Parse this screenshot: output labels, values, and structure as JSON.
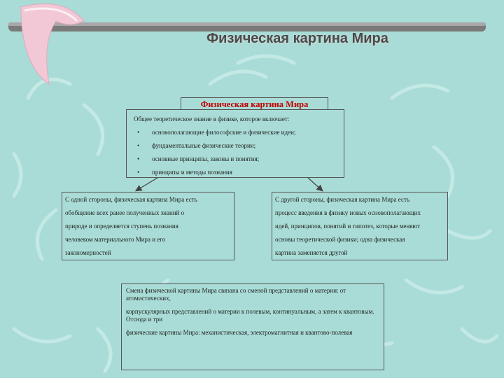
{
  "slide": {
    "title": "Физическая картина Мира"
  },
  "diagram": {
    "title_box": "Физическая картина Мира",
    "top_box": {
      "intro": "Общее теоретическое знание в физике, которое включает:",
      "bullets": [
        "основополагающие философские и физические идеи;",
        "фундаментальные физические теории;",
        "основные принципы, законы и понятия;",
        "принципы и методы познания"
      ]
    },
    "left_box": {
      "lines": [
        "С одной стороны, физическая картина Мира есть",
        "обобщение всех ранее полученных знаний о",
        "природе и определяется ступень познания",
        "человеком материального Мира и его",
        "закономерностей"
      ]
    },
    "right_box": {
      "lines": [
        "С другой стороны, физическая картина Мира есть",
        "процесс введения в физику новых основополагающих",
        "идей, принципов, понятий и гипотез, которые меняют",
        "основы теоретической физики; одна физическая",
        "картина заменяется другой"
      ]
    },
    "bottom_box": {
      "paragraphs": [
        "Смена физической картины Мира связана со сменой представлений о материи: от атомистических,",
        "корпускулярных представлений о материи к полевым, континуальным, а затем к квантовым. Отсюда и три",
        "физические картины Мира: механистическая, электромагнитная и квантово-полевая"
      ]
    }
  },
  "colors": {
    "background": "#a9dcd6",
    "title_text": "#c00000",
    "decor_pink": "#f3c8d6",
    "decor_white": "#f4fbfa"
  }
}
